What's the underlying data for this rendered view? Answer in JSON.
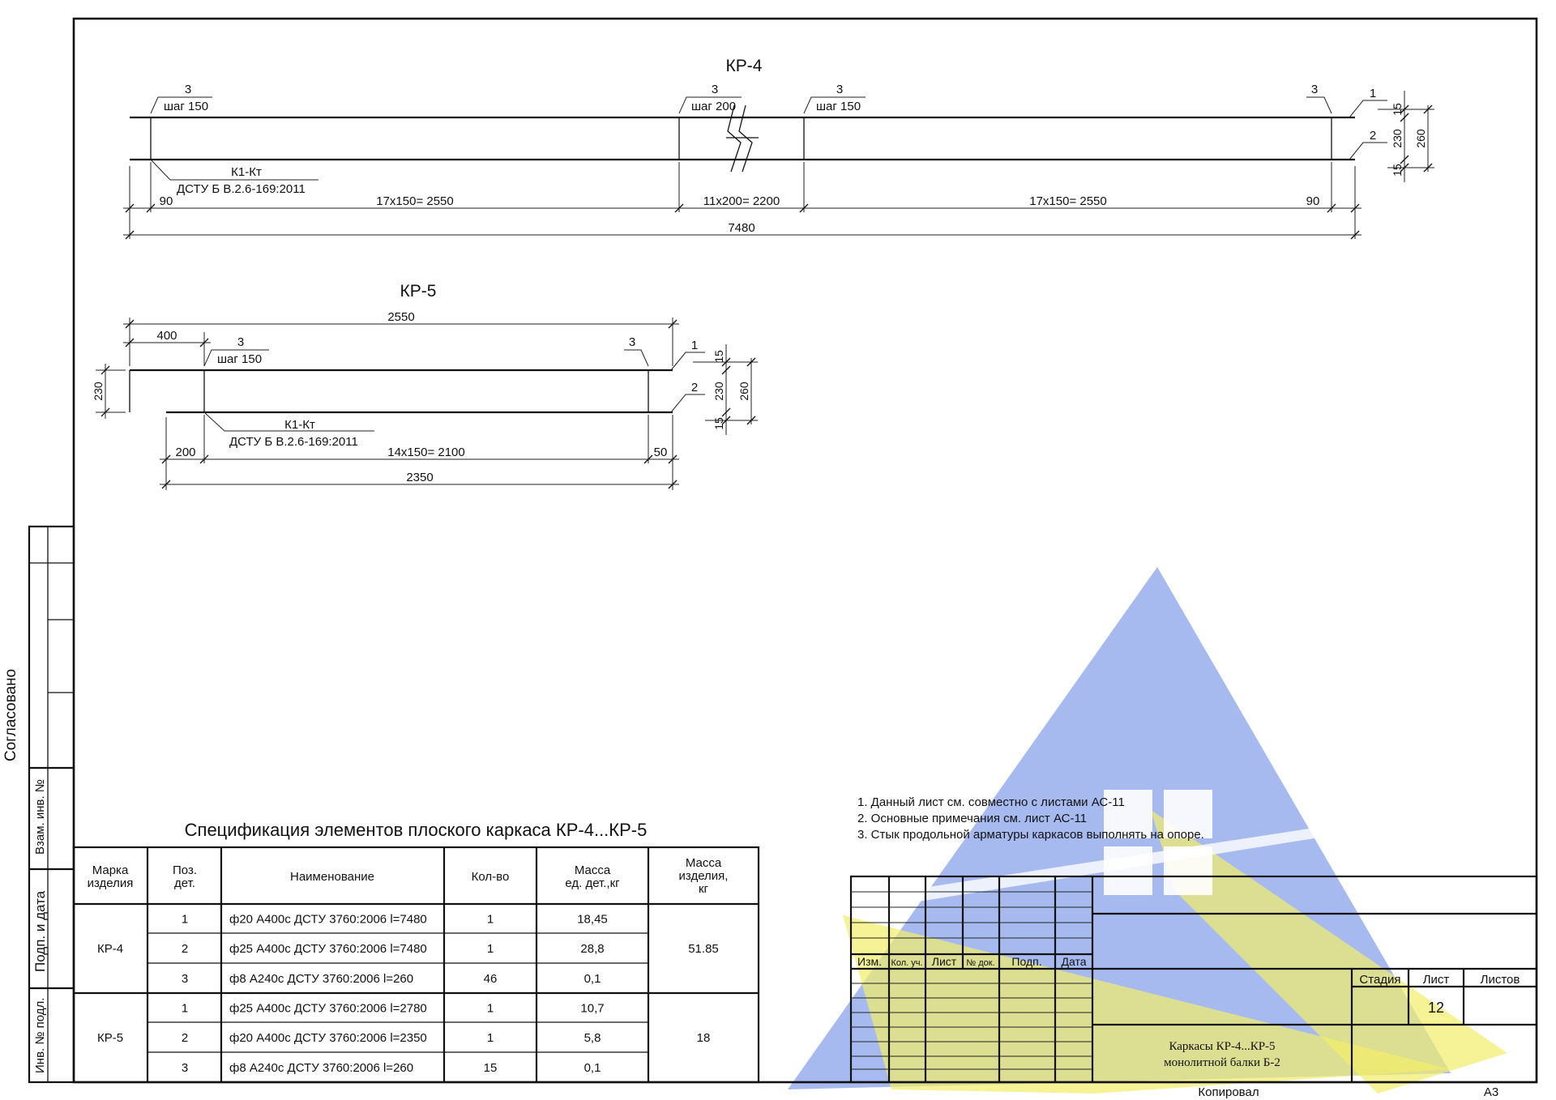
{
  "title_kr4": "КР-4",
  "title_kr5": "КР-5",
  "kr4": {
    "callouts": [
      {
        "num": "3",
        "step": "шаг 150"
      },
      {
        "num": "3",
        "step": "шаг 200"
      },
      {
        "num": "3",
        "step": "шаг 150"
      },
      {
        "num": "3"
      }
    ],
    "pos1": "1",
    "pos2": "2",
    "mark_line1": "К1-Кт",
    "mark_line2": "ДСТУ Б В.2.6-169:2011",
    "dims": {
      "d90_left": "90",
      "seg1": "17х150= 2550",
      "seg2": "11х200= 2200",
      "seg3": "17х150= 2550",
      "d90_right": "90",
      "total": "7480",
      "v15_top": "15",
      "v230": "230",
      "v15_bot": "15",
      "v260": "260"
    }
  },
  "kr5": {
    "callouts": [
      {
        "num": "3",
        "step": "шаг 150"
      },
      {
        "num": "3"
      }
    ],
    "pos1": "1",
    "pos2": "2",
    "mark_line1": "К1-Кт",
    "mark_line2": "ДСТУ Б В.2.6-169:2011",
    "dims": {
      "top_total": "2550",
      "d400": "400",
      "d200": "200",
      "seg": "14х150= 2100",
      "d50": "50",
      "total": "2350",
      "left_230": "230",
      "v15_top": "15",
      "v230": "230",
      "v15_bot": "15",
      "v260": "260"
    }
  },
  "side_stamp": {
    "agreed": "Согласовано",
    "inv_replace": "Взам. инв. №",
    "sign_date": "Подп. и дата",
    "inv_orig": "Инв. № подл."
  },
  "spec": {
    "title": "Спецификация элементов плоского каркаса КР-4...КР-5",
    "headers": [
      "Марка изделия",
      "Поз. дет.",
      "Наименование",
      "Кол-во",
      "Масса ед. дет.,кг",
      "Масса изделия, кг"
    ],
    "groups": [
      {
        "mark": "КР-4",
        "mass": "51.85",
        "rows": [
          {
            "pos": "1",
            "name": "ф20 А400с ДСТУ 3760:2006 l=7480",
            "qty": "1",
            "unit": "18,45"
          },
          {
            "pos": "2",
            "name": "ф25 А400с ДСТУ 3760:2006 l=7480",
            "qty": "1",
            "unit": "28,8"
          },
          {
            "pos": "3",
            "name": "ф8 А240с ДСТУ 3760:2006 l=260",
            "qty": "46",
            "unit": "0,1"
          }
        ]
      },
      {
        "mark": "КР-5",
        "mass": "18",
        "rows": [
          {
            "pos": "1",
            "name": "ф25 А400с ДСТУ 3760:2006 l=2780",
            "qty": "1",
            "unit": "10,7"
          },
          {
            "pos": "2",
            "name": "ф20 А400с ДСТУ 3760:2006 l=2350",
            "qty": "1",
            "unit": "5,8"
          },
          {
            "pos": "3",
            "name": "ф8 А240с ДСТУ 3760:2006 l=260",
            "qty": "15",
            "unit": "0,1"
          }
        ]
      }
    ]
  },
  "notes": [
    "1. Данный лист см. совместно с листами АС-11",
    "2. Основные примечания см. лист АС-11",
    "3. Стык продольной арматуры каркасов выполнять на опоре."
  ],
  "title_block": {
    "headers": [
      "Изм.",
      "Кол. уч.",
      "Лист",
      "№ док.",
      "Подп.",
      "Дата"
    ],
    "stage_label": "Стадия",
    "sheet_label": "Лист",
    "sheets_label": "Листов",
    "sheet_num": "12",
    "drawing_title_line1": "Каркасы КР-4...КР-5",
    "drawing_title_line2": "монолитной балки Б-2",
    "copied": "Копировал",
    "format": "А3"
  },
  "colors": {
    "watermark_blue": "#8aa3ea",
    "watermark_yellow": "#f2ee6a",
    "line": "#111111"
  }
}
